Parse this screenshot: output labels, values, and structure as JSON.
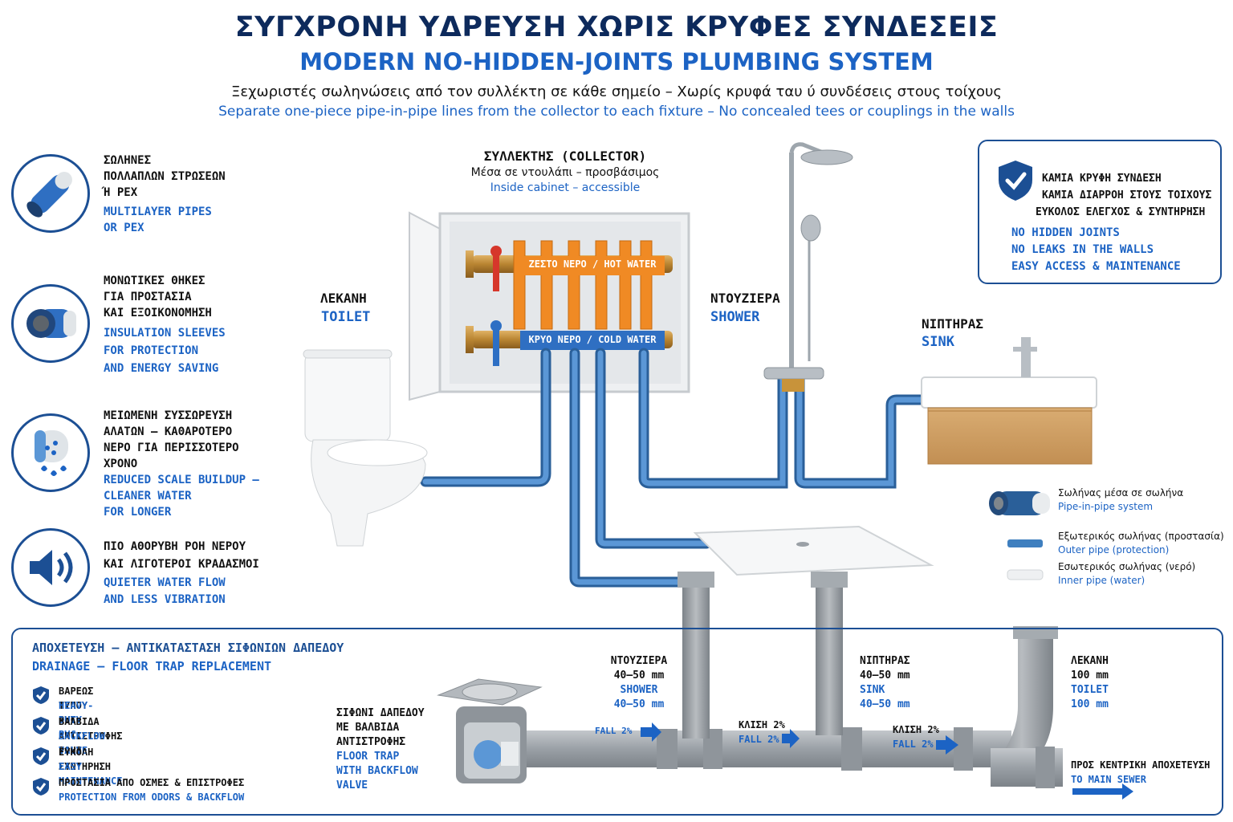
{
  "header": {
    "title_gr": "ΣΥΓΧΡΟΝΗ ΥΔΡΕΥΣΗ ΧΩΡΙΣ ΚΡΥΦΕΣ ΣΥΝΔΕΣΕΙΣ",
    "title_en": "MODERN NO-HIDDEN-JOINTS PLUMBING SYSTEM",
    "subtitle_gr": "Ξεχωριστές σωληνώσεις από τον συλλέκτη σε κάθε σημείο – Χωρίς κρυφά ταυ ύ συνδέσεις στους τοίχους",
    "subtitle_en": "Separate one-piece pipe-in-pipe lines from the collector to each fixture – No concealed tees or couplings in the walls"
  },
  "features": [
    {
      "icon": "multilayer-pipe-icon",
      "gr": [
        "ΣΩΛΗΝΕΣ",
        "ΠΟΛΛΑΠΛΩΝ ΣΤΡΩΣΕΩΝ",
        "Ή PEX"
      ],
      "en": [
        "MULTILAYER PIPES",
        "OR PEX"
      ]
    },
    {
      "icon": "insulation-sleeve-icon",
      "gr": [
        "ΜΟΝΩΤΙΚΕΣ ΘΗΚΕΣ",
        "ΓΙΑ ΠΡΟΣΤΑΣΙΑ",
        "ΚΑΙ ΕΞΟΙΚΟΝΟΜΗΣΗ"
      ],
      "en": [
        "INSULATION SLEEVES",
        "FOR PROTECTION",
        "AND ENERGY SAVING"
      ]
    },
    {
      "icon": "water-drops-icon",
      "gr": [
        "ΜΕΙΩΜΕΝΗ ΣΥΣΣΩΡΕΥΣΗ",
        "ΑΛΑΤΩΝ – ΚΑΘΑΡΟΤΕΡΟ",
        "ΝΕΡΟ ΓΙΑ ΠΕΡΙΣΣΟΤΕΡΟ",
        "ΧΡΟΝΟ"
      ],
      "en": [
        "REDUCED SCALE BUILDUP –",
        "CLEANER WATER",
        "FOR LONGER"
      ]
    },
    {
      "icon": "speaker-icon",
      "gr": [
        "ΠΙΟ ΑΘΟΡΥΒΗ ΡΟΗ ΝΕΡΟΥ",
        "ΚΑΙ ΛΙΓΟΤΕΡΟΙ ΚΡΑΔΑΣΜΟΙ"
      ],
      "en": [
        "QUIETER WATER FLOW",
        "AND LESS VIBRATION"
      ]
    }
  ],
  "collector": {
    "label_gr": "ΣΥΛΛΕΚΤΗΣ (COLLECTOR)",
    "sub_gr": "Μέσα σε ντουλάπι – προσβάσιμος",
    "sub_en": "Inside cabinet – accessible",
    "hot_label": "ΖΕΣΤΟ ΝΕΡΟ / HOT WATER",
    "cold_label": "ΚΡΥΟ ΝΕΡΟ / COLD WATER"
  },
  "fixtures": {
    "toilet_gr": "ΛΕΚΑΝΗ",
    "toilet_en": "TOILET",
    "shower_gr": "ΝΤΟΥΖΙΕΡΑ",
    "shower_en": "SHOWER",
    "sink_gr": "ΝΙΠΤΗΡΑΣ",
    "sink_en": "SINK"
  },
  "benefits": {
    "gr": [
      "ΚΑΜΙΑ ΚΡΥΦΗ ΣΥΝΔΕΣΗ",
      "ΚΑΜΙΑ ΔΙΑΡΡΟΗ ΣΤΟΥΣ ΤΟΙΧΟΥΣ",
      "ΕΥΚΟΛΟΣ ΕΛΕΓΧΟΣ & ΣΥΝΤΗΡΗΣΗ"
    ],
    "en": [
      "NO HIDDEN JOINTS",
      "NO LEAKS IN THE WALLS",
      "EASY ACCESS & MAINTENANCE"
    ]
  },
  "legend": [
    {
      "gr": "Σωλήνας μέσα σε σωλήνα",
      "en": "Pipe-in-pipe system"
    },
    {
      "gr": "Εξωτερικός σωλήνας (προστασία)",
      "en": "Outer pipe (protection)"
    },
    {
      "gr": "Εσωτερικός σωλήνας (νερό)",
      "en": "Inner pipe (water)"
    }
  ],
  "drainage": {
    "title_gr": "ΑΠΟΧΕΤΕΥΣΗ – ΑΝΤΙΚΑΤΑΣΤΑΣΗ ΣΙΦΩΝΙΩΝ ΔΑΠΕΔΟΥ",
    "title_en": "DRAINAGE – FLOOR TRAP REPLACEMENT",
    "items": [
      {
        "gr": "ΒΑΡΕΩΣ ΤΥΠΟΥ PVC",
        "en": "HEAVY-DUTY PVC"
      },
      {
        "gr": "ΒΑΛΒΙΔΑ ΑΝΤΙΣΤΡΟΦΗΣ ΡΟΗΣ",
        "en": "BACKFLOW VALVE"
      },
      {
        "gr": "ΕΥΚΟΛΗ ΣΥΝΤΗΡΗΣΗ",
        "en": "EASY MAINTENANCE"
      },
      {
        "gr": "ΠΡΟΣΤΑΣΙΑ ΑΠΟ ΟΣΜΕΣ & ΕΠΙΣΤΡΟΦΕΣ",
        "en": "PROTECTION FROM ODORS & BACKFLOW"
      }
    ],
    "floor_trap_gr": [
      "ΣΙΦΩΝΙ ΔΑΠΕΔΟΥ",
      "ΜΕ ΒΑΛΒΙΔΑ",
      "ΑΝΤΙΣΤΡΟΦΗΣ"
    ],
    "floor_trap_en": [
      "FLOOR TRAP",
      "WITH BACKFLOW",
      "VALVE"
    ],
    "shower_gr": "ΝΤΟΥΖΙΕΡΑ",
    "shower_size": "40–50 mm",
    "shower_en": "SHOWER",
    "shower_size_en": "40–50 mm",
    "sink_gr": "ΝΙΠΤΗΡΑΣ",
    "sink_size": "40–50 mm",
    "sink_en": "SINK",
    "sink_size_en": "40–50 mm",
    "toilet_gr": "ΛΕΚΑΝΗ",
    "toilet_size": "100 mm",
    "toilet_en": "TOILET",
    "toilet_size_en": "100 mm",
    "fall1": "FALL 2%",
    "fall2_gr": "ΚΛΙΣΗ 2%",
    "fall2_en": "FALL 2%",
    "fall3_gr": "ΚΛΙΣΗ 2%",
    "fall3_en": "FALL 2%",
    "sewer_gr": "ΠΡΟΣ ΚΕΝΤΡΙΚΗ ΑΠΟΧΕΤΕΥΣΗ",
    "sewer_en": "TO MAIN SEWER"
  },
  "colors": {
    "navy": "#0d2a5c",
    "accent": "#1c63c4",
    "pipe_blue": "#3f7fbf",
    "hot": "#f08a24",
    "pvc": "#9ea3a8"
  }
}
